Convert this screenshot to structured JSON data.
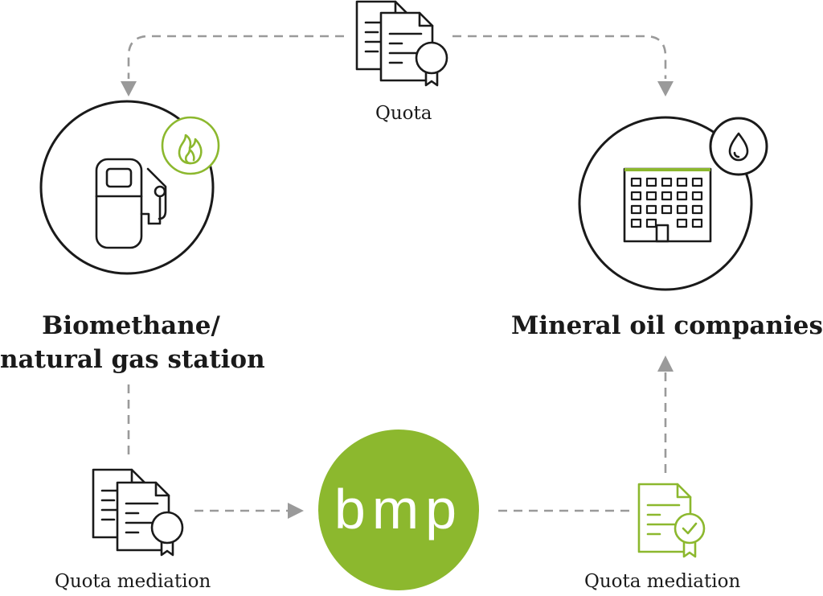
{
  "top": {
    "quota_label": "Quota"
  },
  "nodes": {
    "station": {
      "label_line1": "Biomethane/",
      "label_line2": "natural gas station",
      "icon": "gas-pump-icon",
      "badge_icon": "flame-icon"
    },
    "oil": {
      "label": "Mineral oil companies",
      "icon": "office-building-icon",
      "badge_icon": "oil-drop-icon"
    },
    "bmp": {
      "logo_text": "bmp"
    }
  },
  "bottom": {
    "left_label": "Quota mediation",
    "right_label": "Quota mediation"
  },
  "colors": {
    "accent": "#8cb82e",
    "ink": "#1a1a1a",
    "connector": "#9a9a9a"
  }
}
